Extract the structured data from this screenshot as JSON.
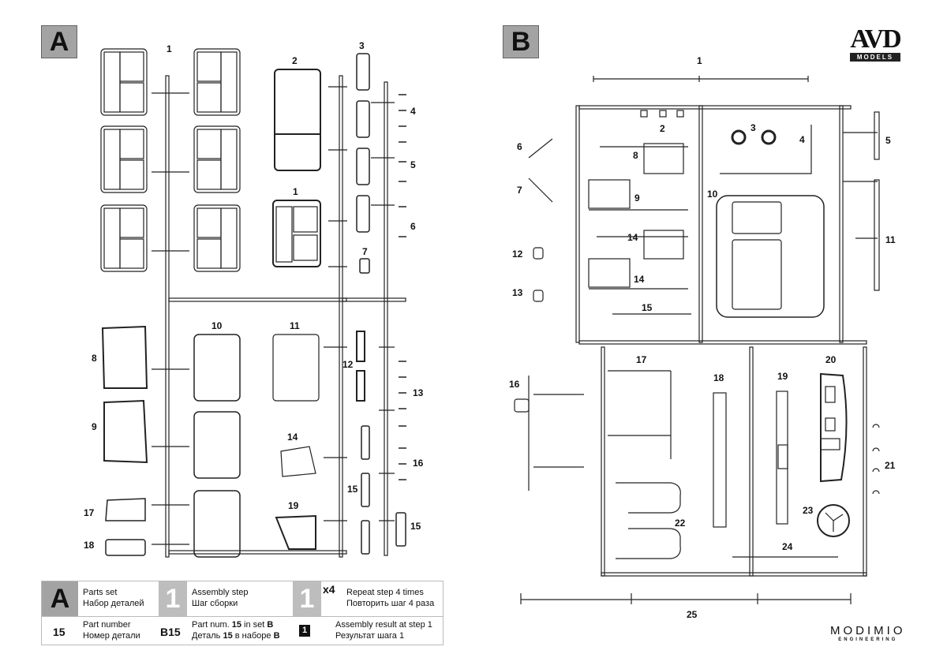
{
  "sheets": {
    "a": {
      "letter": "A"
    },
    "b": {
      "letter": "B"
    }
  },
  "brand": {
    "logo": "AVD",
    "logo_sub": "MODELS",
    "footer_main": "MODIMIO",
    "footer_sub": "ENGINEERING"
  },
  "sheet_a_labels": [
    "1",
    "2",
    "3",
    "4",
    "5",
    "6",
    "7",
    "1",
    "8",
    "9",
    "10",
    "11",
    "12",
    "13",
    "14",
    "15",
    "16",
    "15",
    "17",
    "18",
    "19"
  ],
  "sheet_b_labels": [
    "1",
    "2",
    "3",
    "4",
    "5",
    "6",
    "7",
    "8",
    "9",
    "10",
    "11",
    "12",
    "13",
    "14",
    "14",
    "15",
    "16",
    "17",
    "18",
    "19",
    "20",
    "21",
    "22",
    "23",
    "24",
    "25"
  ],
  "legend": {
    "parts_set_symbol": "A",
    "parts_set_en": "Parts set",
    "parts_set_ru": "Набор деталей",
    "assembly_step_symbol": "1",
    "assembly_step_en": "Assembly step",
    "assembly_step_ru": "Шаг сборки",
    "repeat_symbol": "1",
    "repeat_multiplier": "x4",
    "repeat_en": "Repeat step 4 times",
    "repeat_ru": "Повторить шаг 4 раза",
    "part_number_symbol": "15",
    "part_number_en": "Part number",
    "part_number_ru": "Номер детали",
    "part_in_set_symbol": "B15",
    "part_in_set_en_pre": "Part num. ",
    "part_in_set_en_num": "15",
    "part_in_set_en_mid": " in set ",
    "part_in_set_en_set": "B",
    "part_in_set_ru_pre": "Деталь ",
    "part_in_set_ru_num": "15",
    "part_in_set_ru_mid": " в наборе ",
    "part_in_set_ru_set": "B",
    "result_symbol": "1",
    "result_en": "Assembly result at step 1",
    "result_ru": "Результат шага 1"
  }
}
